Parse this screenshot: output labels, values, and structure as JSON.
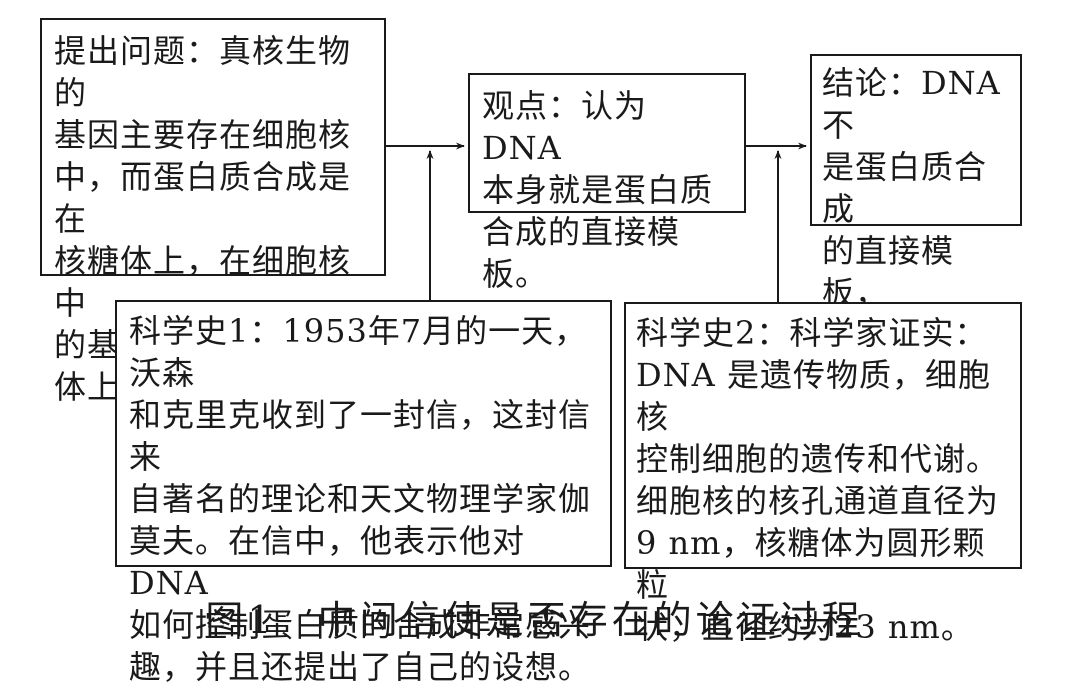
{
  "boxes": {
    "question": "提出问题：真核生物的\n基因主要存在细胞核\n中，而蛋白质合成是在\n核糖体上，在细胞核中\n的基因如何指导核糖\n体上蛋白质的合成？",
    "viewpoint": "观点：认为 DNA\n本身就是蛋白质\n合成的直接模板。",
    "conclusion": "结论：DNA 不\n是蛋白质合成\n的直接模板，\n需要中间信使",
    "history1": "科学史1：1953年7月的一天，沃森\n和克里克收到了一封信，这封信来\n自著名的理论和天文物理学家伽\n莫夫。在信中，他表示他对 DNA\n如何控制蛋白质的合成非常感兴\n趣，并且还提出了自己的设想。",
    "history2": "科学史2：科学家证实：\nDNA 是遗传物质，细胞核\n控制细胞的遗传和代谢。\n细胞核的核孔通道直径为\n9 nm，核糖体为圆形颗粒\n状，直径约为23 nm。"
  },
  "caption": "图1　中间信使是否存在的论证过程",
  "colors": {
    "stroke": "#1a1a1a",
    "background": "#ffffff"
  }
}
